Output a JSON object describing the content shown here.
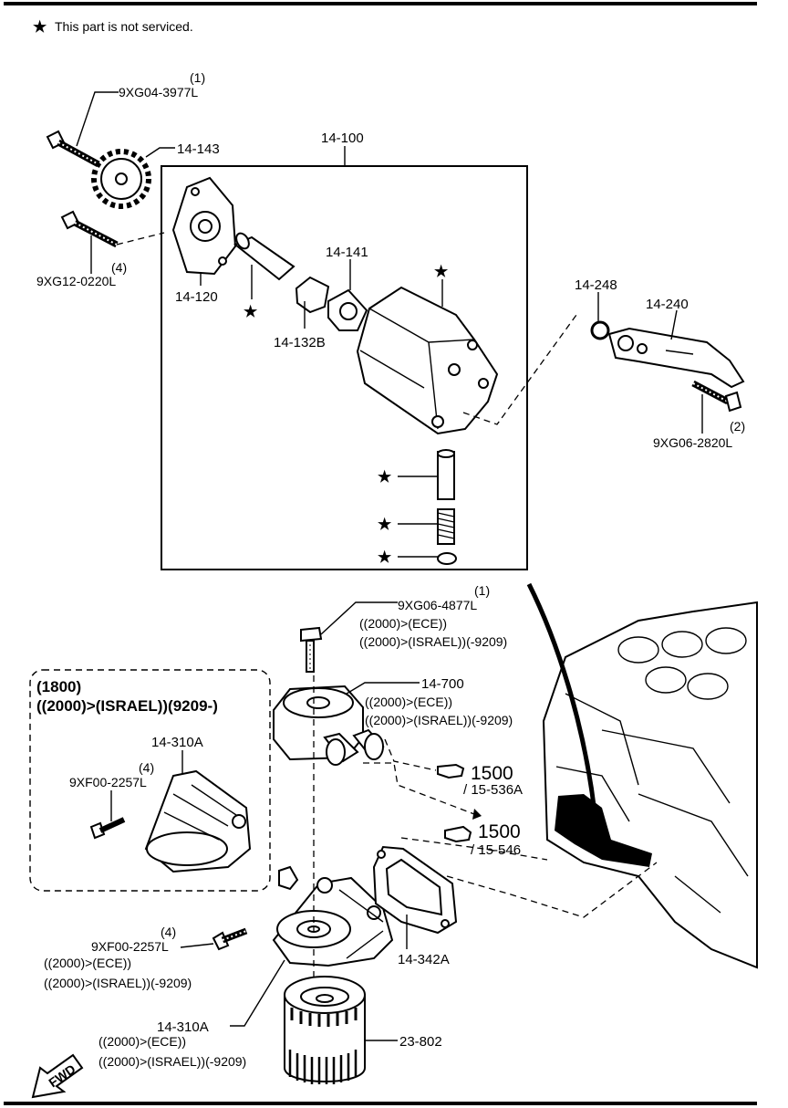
{
  "note": {
    "star": "★",
    "text": "This part is not serviced."
  },
  "labels": {
    "bolt_top_qty": "(1)",
    "bolt_top": "9XG04-3977L",
    "sprocket": "14-143",
    "bolt_left_qty": "(4)",
    "bolt_left": "9XG12-0220L",
    "cover": "14-120",
    "pump_assy": "14-100",
    "rotor": "14-141",
    "shaft_key": "14-132B",
    "ring": "14-248",
    "chain_guide": "14-240",
    "bolt_right_qty": "(2)",
    "bolt_right": "9XG06-2820L",
    "cooler_bolt_qty": "(1)",
    "cooler_bolt": "9XG06-4877L",
    "cooler_bolt_c1": "((2000)>(ECE))",
    "cooler_bolt_c2": "((2000)>(ISRAEL))(-9209)",
    "cooler": "14-700",
    "cooler_c1": "((2000)>(ECE))",
    "cooler_c2": "((2000)>(ISRAEL))(-9209)",
    "ref1": "1500",
    "ref1_sub": "/ 15-536A",
    "ref2": "1500",
    "ref2_sub": "/ 15-546",
    "box_h1": "(1800)",
    "box_h2": "((2000)>(ISRAEL))(9209-)",
    "box_part": "14-310A",
    "box_bolt_qty": "(4)",
    "box_bolt": "9XF00-2257L",
    "lower_bolt_qty": "(4)",
    "lower_bolt": "9XF00-2257L",
    "lower_bolt_c1": "((2000)>(ECE))",
    "lower_bolt_c2": "((2000)>(ISRAEL))(-9209)",
    "gasket": "14-342A",
    "filter_body": "14-310A",
    "filter_body_c1": "((2000)>(ECE))",
    "filter_body_c2": "((2000)>(ISRAEL))(-9209)",
    "oil_filter": "23-802",
    "fwd": "FWD"
  }
}
